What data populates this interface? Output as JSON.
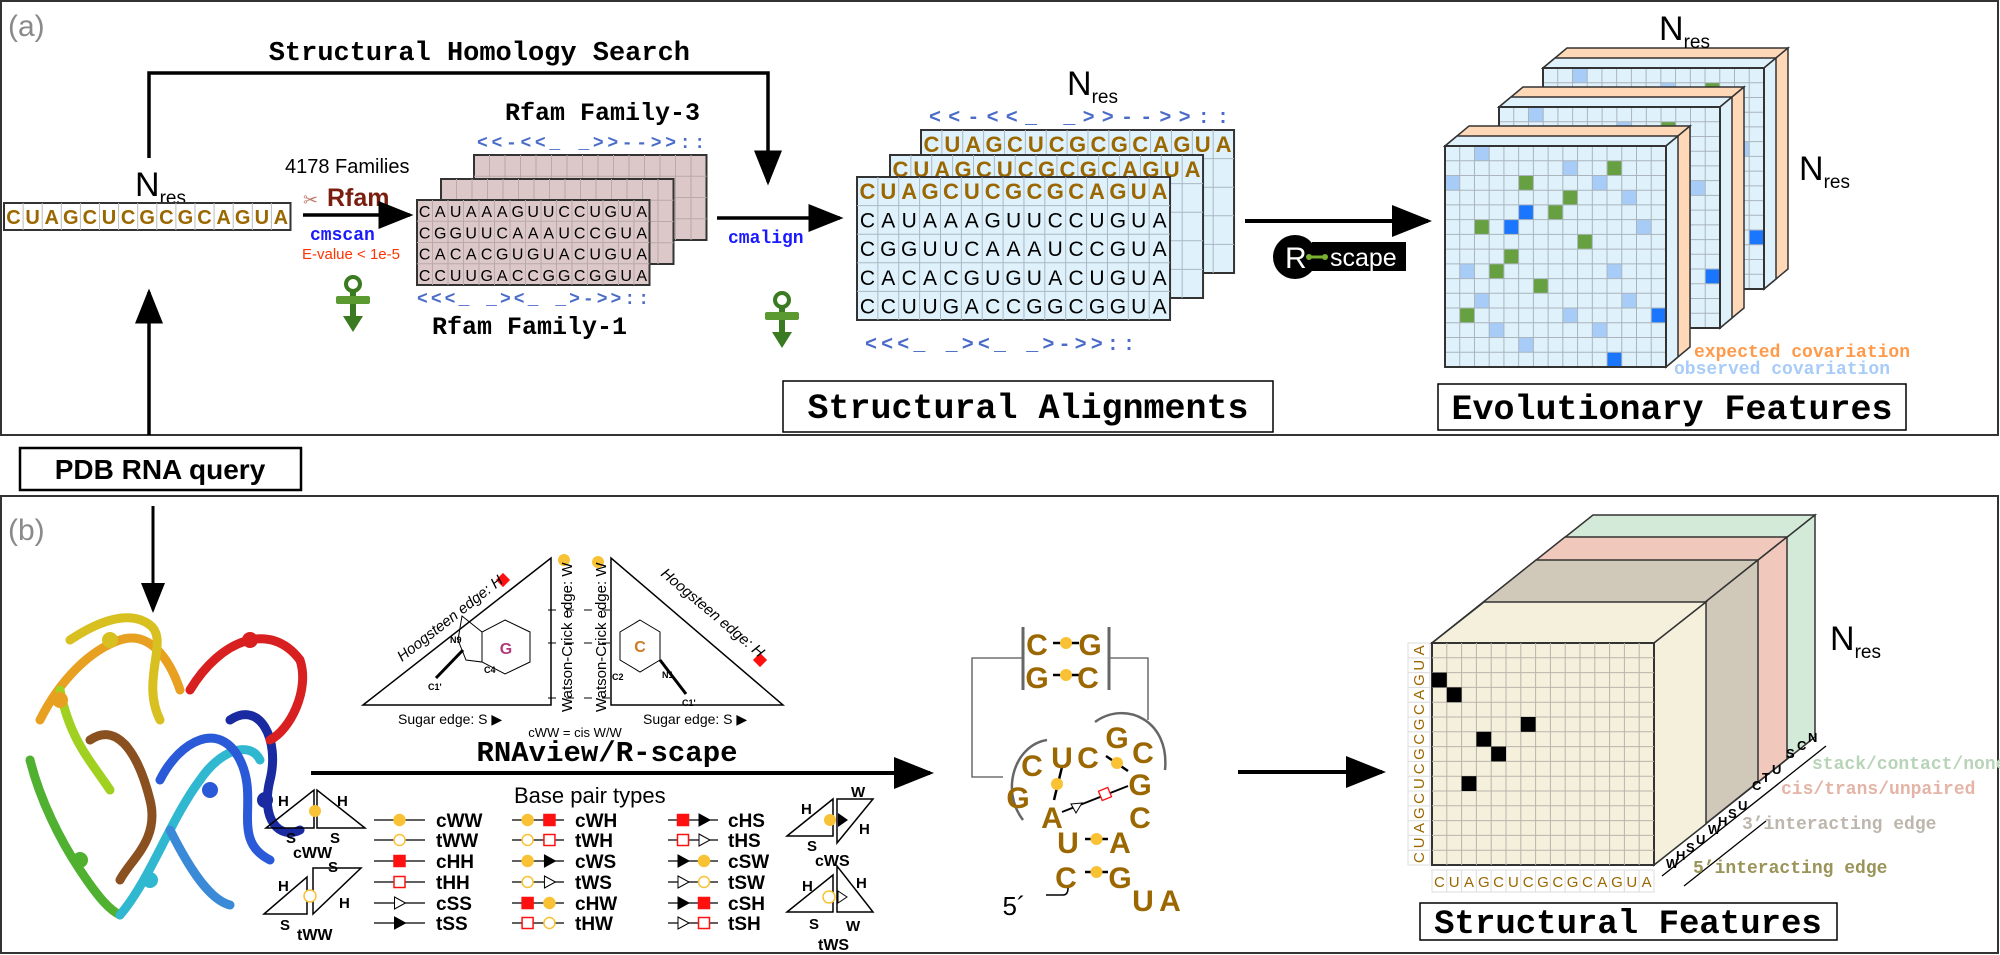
{
  "colors": {
    "nucleotide_gold": "#9a6700",
    "structure_blue": "#4a6cc8",
    "cmscan_blue": "#1a1aff",
    "evalue_red": "#ff3300",
    "rfam_red": "#7a1f10",
    "alignment_fill": "#dff2fc",
    "family_fill": "#dcc8c8",
    "expected_orange": "#ff9a4a",
    "observed_lightblue": "#a8ccf8",
    "covariation_green": "#66a040",
    "covariation_blue": "#1a75ff",
    "pair_yellow": "#f9c134",
    "pair_red": "#ff1010"
  },
  "pdb_query": "PDB RNA query",
  "panel_a": {
    "label": "(a)",
    "homology_title": "Structural Homology Search",
    "nres_main": "N",
    "nres_sub": "res",
    "query_sequence": "CUAGCUCGCGCAGUA",
    "families_count": "4178 Families",
    "rfam_logo": "Rfam",
    "cmscan": "cmscan",
    "evalue": "E-value < 1e-5",
    "rfam_family_3": "Rfam Family-3",
    "rfam_family_1": "Rfam Family-1",
    "family_structure_top": "<<-<<_ _>>-->>::",
    "family_structure_bottom": "<<<_ _><_ _>->>::",
    "family_rows": [
      "CAUAAAGUUCCUGUA",
      "CGGUUCAAAUCCGUA",
      "CACACGUGUACUGUA",
      "CCUUGACCGGCGGUA"
    ],
    "cmalign": "cmalign",
    "alignment_rows": [
      "CUAGCUCGCGCAGUA",
      "CAUAAAGUUCCUGUA",
      "CGGUUCAAAUCCGUA",
      "CACACGUGUACUGUA",
      "CCUUGACCGGCGGUA"
    ],
    "alignment_structure_top": "<<-<<_ _>>-->>::",
    "alignment_structure_bottom": "<<<_ _><_ _>->>::",
    "alignments_title": "Structural Alignments",
    "rscape_logo_letter": "R",
    "rscape_logo_text": "scape",
    "expected_label": "expected covariation",
    "observed_label": "observed covariation",
    "evolutionary_title": "Evolutionary Features",
    "covariation_cells": [
      {
        "row": 0,
        "col": 2,
        "type": "observed"
      },
      {
        "row": 1,
        "col": 8,
        "type": "observed"
      },
      {
        "row": 1,
        "col": 11,
        "type": "expected"
      },
      {
        "row": 2,
        "col": 0,
        "type": "observed"
      },
      {
        "row": 2,
        "col": 5,
        "type": "expected"
      },
      {
        "row": 2,
        "col": 10,
        "type": "observed"
      },
      {
        "row": 3,
        "col": 8,
        "type": "expected"
      },
      {
        "row": 3,
        "col": 12,
        "type": "observed"
      },
      {
        "row": 4,
        "col": 5,
        "type": "both"
      },
      {
        "row": 4,
        "col": 7,
        "type": "expected"
      },
      {
        "row": 5,
        "col": 2,
        "type": "expected"
      },
      {
        "row": 5,
        "col": 4,
        "type": "both"
      },
      {
        "row": 5,
        "col": 13,
        "type": "observed"
      },
      {
        "row": 6,
        "col": 9,
        "type": "expected"
      },
      {
        "row": 7,
        "col": 4,
        "type": "expected"
      },
      {
        "row": 8,
        "col": 1,
        "type": "observed"
      },
      {
        "row": 8,
        "col": 3,
        "type": "expected"
      },
      {
        "row": 8,
        "col": 11,
        "type": "observed"
      },
      {
        "row": 9,
        "col": 6,
        "type": "expected"
      },
      {
        "row": 10,
        "col": 2,
        "type": "observed"
      },
      {
        "row": 10,
        "col": 12,
        "type": "observed"
      },
      {
        "row": 11,
        "col": 1,
        "type": "expected"
      },
      {
        "row": 11,
        "col": 8,
        "type": "observed"
      },
      {
        "row": 11,
        "col": 14,
        "type": "both"
      },
      {
        "row": 12,
        "col": 3,
        "type": "observed"
      },
      {
        "row": 12,
        "col": 10,
        "type": "observed"
      },
      {
        "row": 13,
        "col": 5,
        "type": "observed"
      },
      {
        "row": 14,
        "col": 11,
        "type": "both"
      }
    ]
  },
  "panel_b": {
    "label": "(b)",
    "lw_diagram": {
      "hoogsteen_left": "Hoogsteen edge: H",
      "hoogsteen_right": "Hoogsteen edge: H",
      "wc_left": "Watson-Crick edge: W",
      "wc_right": "Watson-Crick edge: W",
      "sugar_left": "Sugar edge: S ▶",
      "sugar_right": "Sugar edge: S ▶",
      "cww_caption": "cWW = cis W/W",
      "base_g": "G",
      "base_c": "C",
      "atom_n9": "N9",
      "atom_c4": "C4",
      "atom_c1_left": "C1'",
      "atom_c2": "C2",
      "atom_n1": "N1",
      "atom_c1_right": "C1'"
    },
    "tool_label": "RNAview/R-scape",
    "legend": {
      "title": "Base pair types",
      "geometry_labels": {
        "h": "H",
        "s": "S",
        "w": "W",
        "cww": "cWW",
        "tww": "tWW",
        "cws": "cWS",
        "tws": "tWS"
      },
      "columns": [
        [
          {
            "label": "cWW",
            "symbols": [
              "filled-circle"
            ]
          },
          {
            "label": "tWW",
            "symbols": [
              "open-circle"
            ]
          },
          {
            "label": "cHH",
            "symbols": [
              "filled-square"
            ]
          },
          {
            "label": "tHH",
            "symbols": [
              "open-square"
            ]
          },
          {
            "label": "cSS",
            "symbols": [
              "open-triangle"
            ]
          },
          {
            "label": "tSS",
            "symbols": [
              "filled-triangle"
            ]
          }
        ],
        [
          {
            "label": "cWH",
            "symbols": [
              "filled-circle",
              "filled-square"
            ]
          },
          {
            "label": "tWH",
            "symbols": [
              "open-circle",
              "open-square"
            ]
          },
          {
            "label": "cWS",
            "symbols": [
              "filled-circle",
              "filled-triangle"
            ]
          },
          {
            "label": "tWS",
            "symbols": [
              "open-circle",
              "open-triangle"
            ]
          },
          {
            "label": "cHW",
            "symbols": [
              "filled-square",
              "filled-circle"
            ]
          },
          {
            "label": "tHW",
            "symbols": [
              "open-square",
              "open-circle"
            ]
          }
        ],
        [
          {
            "label": "cHS",
            "symbols": [
              "filled-square",
              "filled-triangle"
            ]
          },
          {
            "label": "tHS",
            "symbols": [
              "open-square",
              "open-triangle"
            ]
          },
          {
            "label": "cSW",
            "symbols": [
              "filled-triangle",
              "filled-circle"
            ]
          },
          {
            "label": "tSW",
            "symbols": [
              "open-triangle",
              "open-circle"
            ]
          },
          {
            "label": "cSH",
            "symbols": [
              "filled-triangle",
              "filled-square"
            ]
          },
          {
            "label": "tSH",
            "symbols": [
              "open-triangle",
              "open-square"
            ]
          }
        ]
      ]
    },
    "hairpin": {
      "letters": [
        "C",
        "G",
        "G",
        "C",
        "C",
        "U",
        "C",
        "G",
        "C",
        "G",
        "C",
        "G",
        "A",
        "U",
        "A",
        "C",
        "G",
        "U",
        "A"
      ],
      "five_prime": "5´"
    },
    "structural_sequence": "CUAGCUCGCGCAGUA",
    "contact_cells": [
      {
        "row": 2,
        "col": 0
      },
      {
        "row": 3,
        "col": 1
      },
      {
        "row": 5,
        "col": 6
      },
      {
        "row": 6,
        "col": 3
      },
      {
        "row": 7,
        "col": 4
      },
      {
        "row": 9,
        "col": 2
      }
    ],
    "axis_ticks": {
      "edge5": [
        "W",
        "H",
        "S",
        "U"
      ],
      "edge3": [
        "W",
        "H",
        "S",
        "U"
      ],
      "cis_trans": [
        "C",
        "T",
        "U"
      ],
      "stack": [
        "S",
        "C",
        "N"
      ]
    },
    "channel_labels": {
      "stack": "stack/contact/none",
      "cis_trans": "cis/trans/unpaired",
      "edge3": "3’interacting edge",
      "edge5": "5’interacting edge"
    },
    "nres_main": "N",
    "nres_sub": "res",
    "structural_title": "Structural Features"
  }
}
